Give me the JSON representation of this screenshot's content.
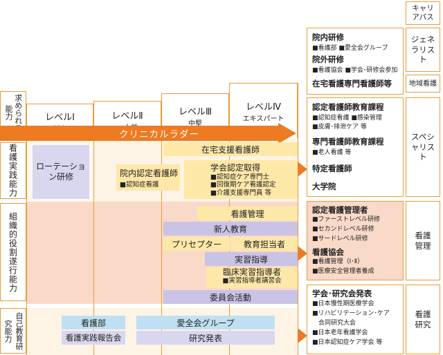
{
  "header": {
    "required_ability": "求められる能力",
    "career_path": "キャリアパス"
  },
  "levels": [
    {
      "title": "レベルⅠ",
      "sub": "新人"
    },
    {
      "title": "レベルⅡ",
      "sub": "一人前"
    },
    {
      "title": "レベルⅢ",
      "sub": "中堅"
    },
    {
      "title": "レベルⅣ",
      "sub": "エキスパート"
    }
  ],
  "ladder": "クリニカルラダー",
  "rows": {
    "practice": "看護実践能力",
    "organization": "組織的役割遂行能力",
    "self_education": "自己教育研究能力"
  },
  "practice": {
    "rotation": "ローテーション研修",
    "home_care": "在宅支援看護師",
    "in_hospital_title": "院内認定看護師",
    "in_hospital_sub": "■認知症看護",
    "society_title": "学会認定取得",
    "society_items": [
      "■認知症ケア専門士",
      "■回復期ケア看護認定",
      "■介護支援専門員 等"
    ]
  },
  "organization": {
    "management": "看護管理",
    "new_education": "新人教育",
    "preceptor": "プリセプター",
    "education_staff": "教育担当者",
    "practice_guidance": "実習指導",
    "clinical_instructor": "臨床実習指導者",
    "instructor_course": "■実習指導者講習会",
    "committee": "委員会活動"
  },
  "research": {
    "nursing_dept": "看護部",
    "report_meeting": "看護実践報告会",
    "group": "愛全会グループ",
    "presentation": "研究発表"
  },
  "right": {
    "b1": {
      "title1": "院内研修",
      "sub1": "■看護部 ■愛全会グループ",
      "title2": "院外研修",
      "sub2": "■看護協会 ■学会･研修会参加",
      "title3": "在宅看護専門看護師等"
    },
    "b2": {
      "title1": "認定看護師教育課程",
      "sub1a": "■認知症看護 ■感染管理",
      "sub1b": "■皮膚･排泄ケア 等",
      "title2": "専門看護師教育課程",
      "sub2": "■老人看護 等",
      "title3": "特定看護師",
      "title4": "大学院"
    },
    "b3": {
      "title1": "認定看護管理者",
      "items1": [
        "■ファーストレベル研修",
        "■セカンドレベル研修",
        "■サードレベル研修"
      ],
      "title2": "看護協会",
      "items2": [
        "■看護管理（Ⅰ･Ⅱ）",
        "■医療安全管理者養成"
      ]
    },
    "b4": {
      "title1": "学会･研究会発表",
      "items": [
        "■日本慢性期医療学会",
        "■リハビリテーション･ケア",
        "　合同研究大会",
        "■日本老年看護学会",
        "■日本認知症ケア学会 等"
      ]
    }
  },
  "career": {
    "generalist": "ジェネラリスト",
    "regional": "地域看護",
    "specialist": "スペシャリスト",
    "management": "看護管理",
    "research": "看護研究"
  }
}
